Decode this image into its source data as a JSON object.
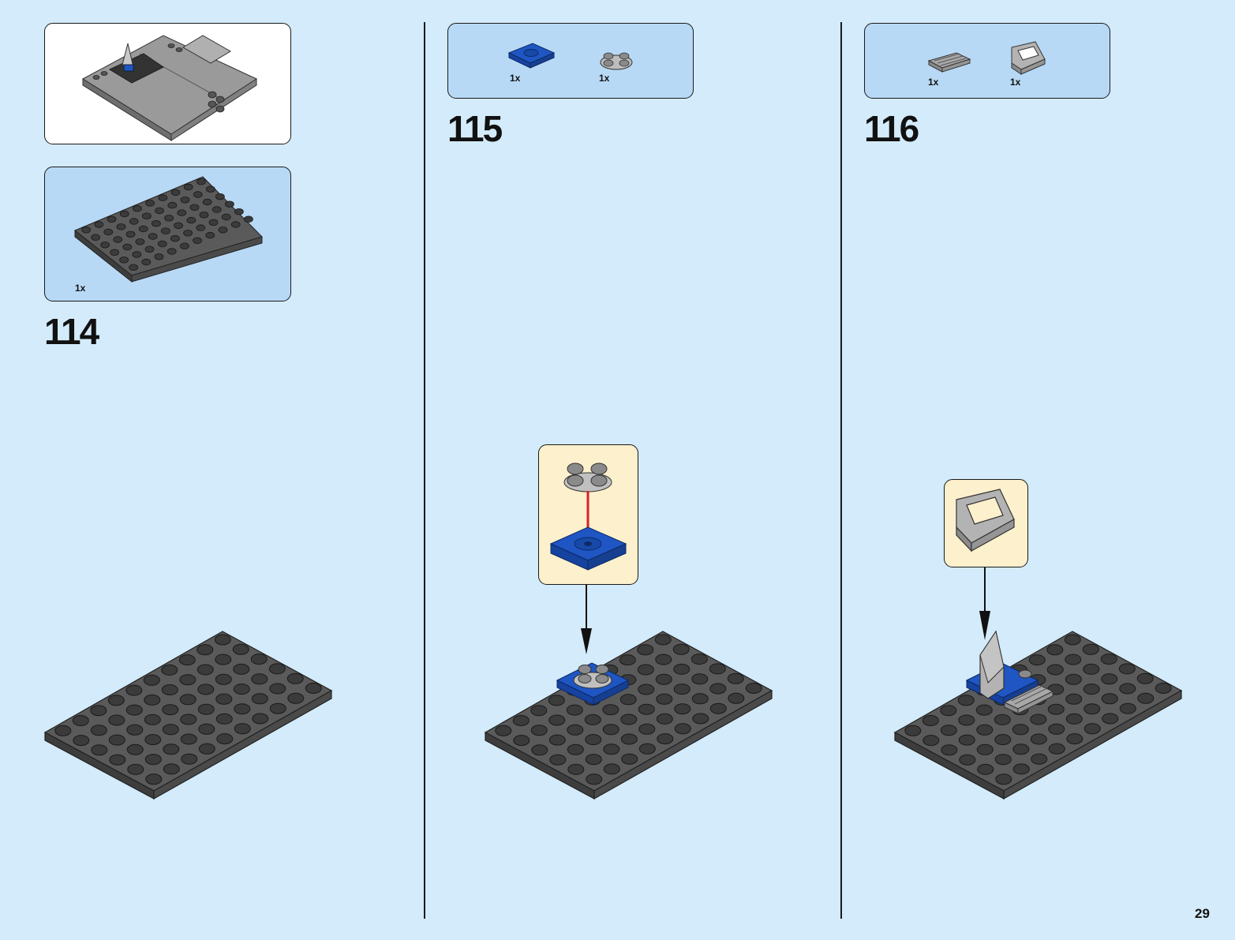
{
  "page": {
    "number": "29"
  },
  "colors": {
    "background": "#d3ebfa",
    "parts_box": "#b8d9f5",
    "callout_box": "#fdf0cc",
    "dark_gray": "#5a5a5a",
    "light_gray": "#a8a8a8",
    "blue": "#1f56c4",
    "arrow_red": "#d8202a"
  },
  "steps": [
    {
      "number": "114",
      "parts": [
        {
          "qty": "1x",
          "part": "dark-gray-plate-6x10-icon"
        }
      ]
    },
    {
      "number": "115",
      "parts": [
        {
          "qty": "1x",
          "part": "blue-turntable-base-icon"
        },
        {
          "qty": "1x",
          "part": "gray-round-turntable-top-icon"
        }
      ]
    },
    {
      "number": "116",
      "parts": [
        {
          "qty": "1x",
          "part": "gray-tile-grille-icon"
        },
        {
          "qty": "1x",
          "part": "gray-windscreen-icon"
        }
      ]
    }
  ]
}
